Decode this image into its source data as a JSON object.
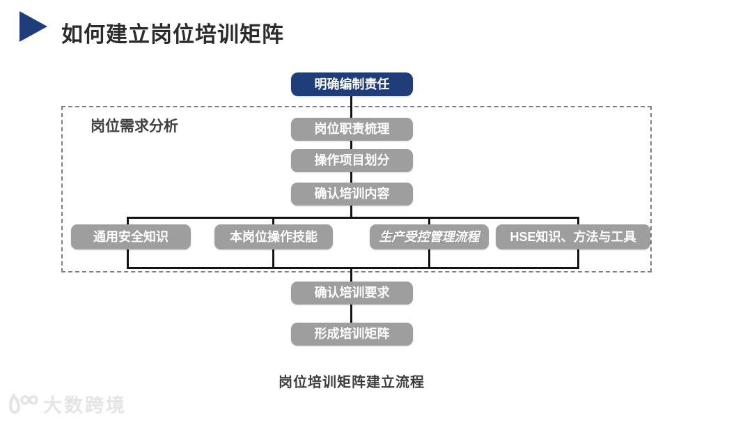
{
  "header": {
    "title": "如何建立岗位培训矩阵"
  },
  "flowchart": {
    "top_node": "明确编制责任",
    "group_label": "岗位需求分析",
    "analysis_steps": [
      "岗位职责梳理",
      "操作项目划分",
      "确认培训内容"
    ],
    "content_items": [
      "通用安全知识",
      "本岗位操作技能",
      "生产受控管理流程",
      "HSE知识、方法与工具"
    ],
    "output_steps": [
      "确认培训要求",
      "形成培训矩阵"
    ],
    "caption": "岗位培训矩阵建立流程"
  },
  "watermark": {
    "text": "大数跨境"
  },
  "colors": {
    "primary_blue": "#1f3e79",
    "node_gray": "#9e9e9e",
    "connector_black": "#141414",
    "dashed_border_gray": "#7f7f7f",
    "title_text": "#2b2b2b",
    "watermark_gray": "#e4e4e4"
  }
}
